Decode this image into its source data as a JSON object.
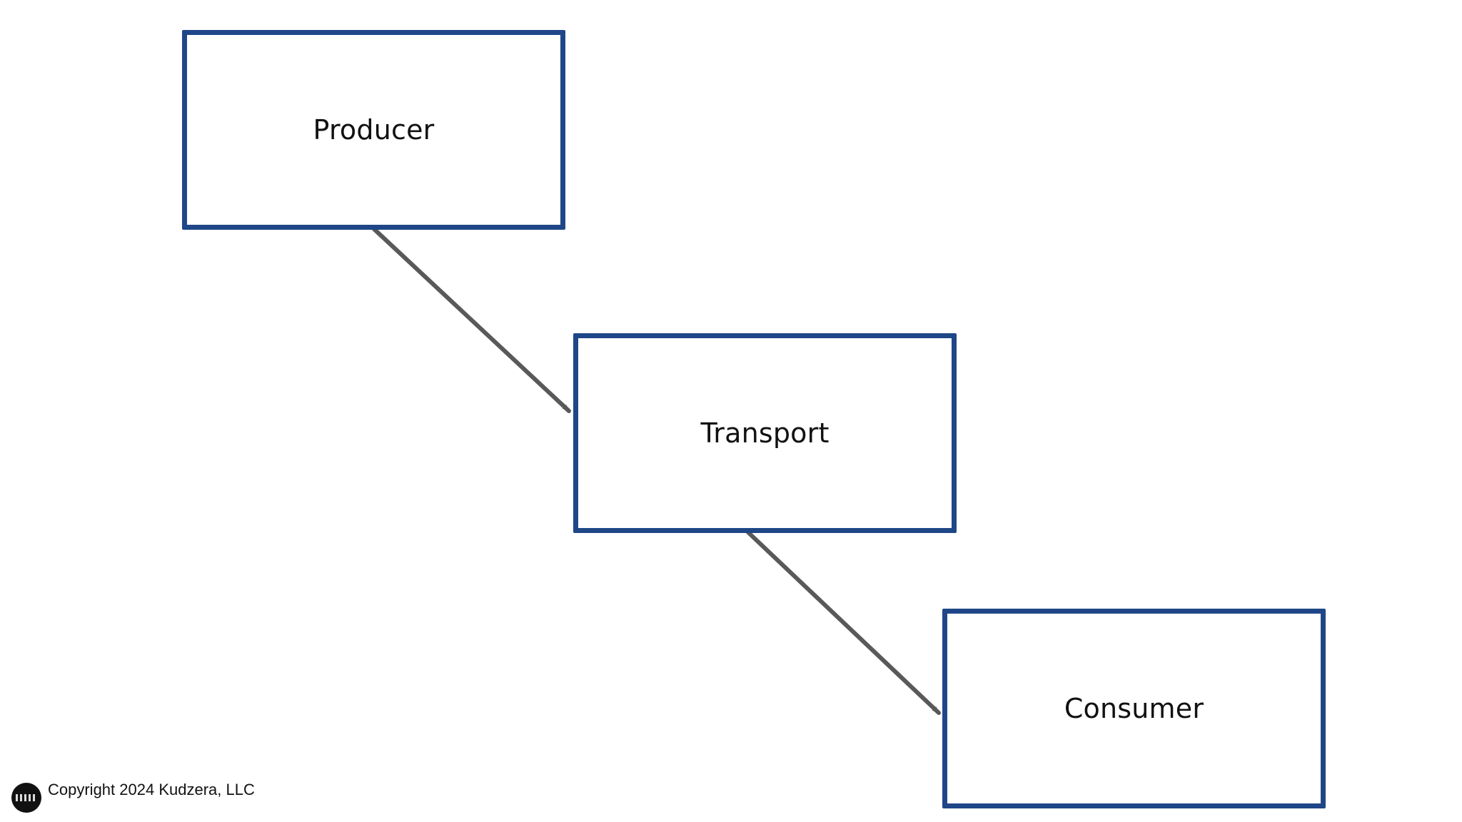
{
  "diagram": {
    "nodes": [
      {
        "id": "producer",
        "label": "Producer"
      },
      {
        "id": "transport",
        "label": "Transport"
      },
      {
        "id": "consumer",
        "label": "Consumer"
      }
    ],
    "edges": [
      {
        "from": "producer",
        "to": "transport"
      },
      {
        "from": "transport",
        "to": "consumer"
      }
    ],
    "colors": {
      "node_border": "#1f4788",
      "arrow": "#595959",
      "text": "#111111"
    }
  },
  "footer": {
    "logo_icon": "company-logo-icon",
    "copyright": "Copyright 2024 Kudzera, LLC"
  }
}
